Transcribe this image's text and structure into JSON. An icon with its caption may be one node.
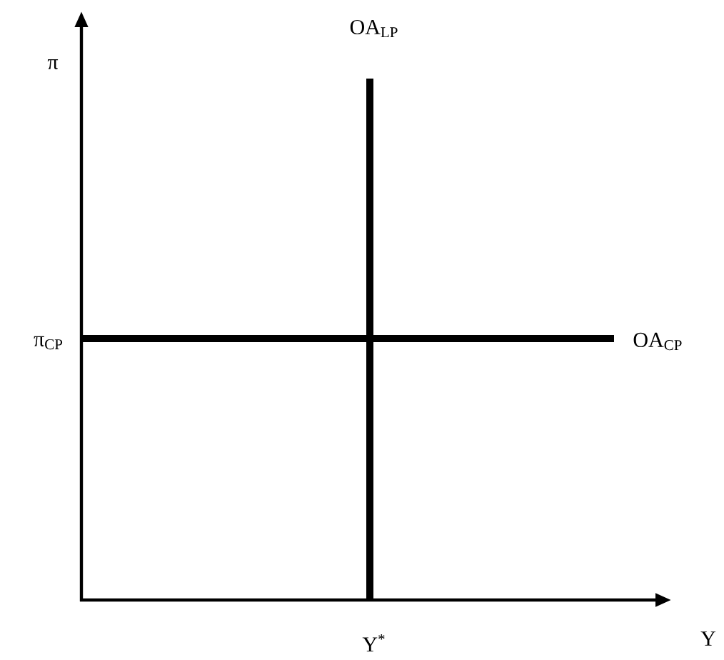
{
  "diagram": {
    "labels": [
      "π",
      "OA$_{LP}$",
      "π$_{CP}$",
      "OA$_{CP}$",
      "Y$^{*}$",
      "Y"
    ]
  }
}
